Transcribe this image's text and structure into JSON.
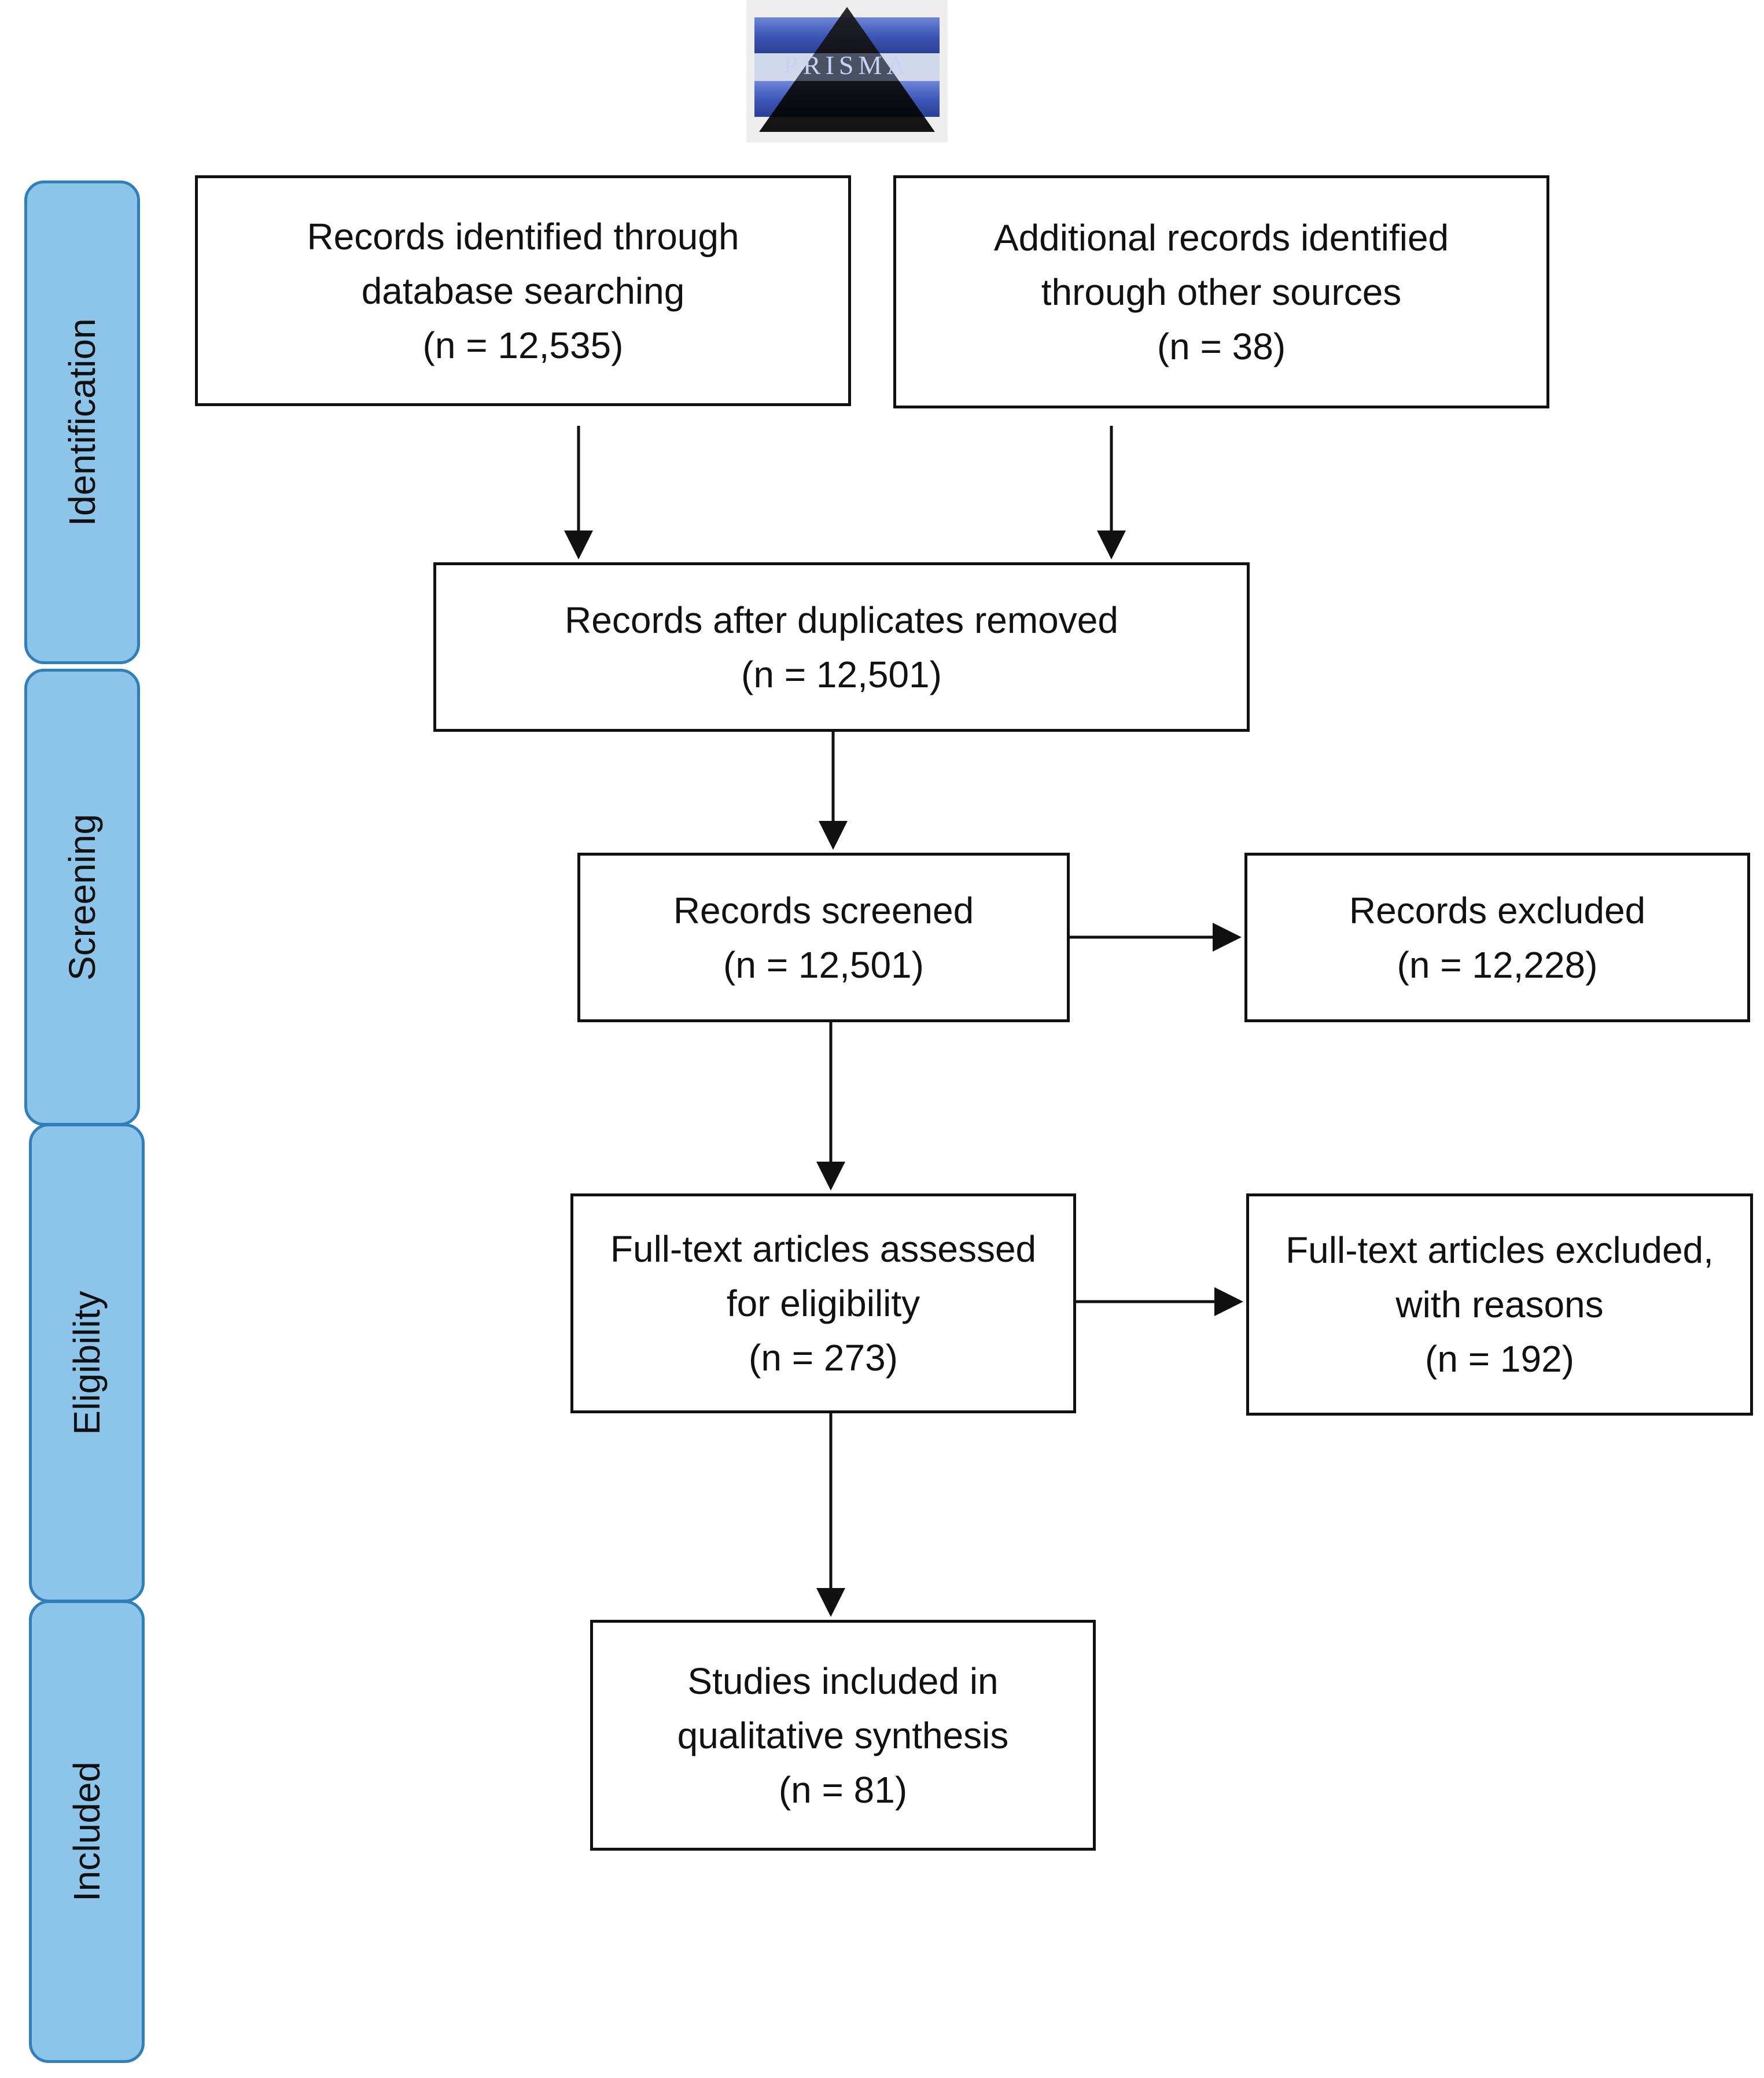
{
  "logo": {
    "text": "PRISMA"
  },
  "stages": {
    "identification": "Identification",
    "screening": "Screening",
    "eligibility": "Eligibility",
    "included": "Included"
  },
  "boxes": {
    "database_search": {
      "line1": "Records identified through",
      "line2": "database searching",
      "count": "(n = 12,535)"
    },
    "other_sources": {
      "line1": "Additional records identified",
      "line2": "through other sources",
      "count": "(n = 38)"
    },
    "after_duplicates": {
      "line1": "Records after duplicates removed",
      "count": "(n = 12,501)"
    },
    "screened": {
      "line1": "Records screened",
      "count": "(n = 12,501)"
    },
    "excluded": {
      "line1": "Records excluded",
      "count": "(n = 12,228)"
    },
    "fulltext_assessed": {
      "line1": "Full-text articles assessed",
      "line2": "for eligibility",
      "count": "(n = 273)"
    },
    "fulltext_excluded": {
      "line1": "Full-text articles excluded,",
      "line2": "with reasons",
      "count": "(n = 192)"
    },
    "included_studies": {
      "line1": "Studies included in",
      "line2": "qualitative synthesis",
      "count": "(n = 81)"
    }
  }
}
